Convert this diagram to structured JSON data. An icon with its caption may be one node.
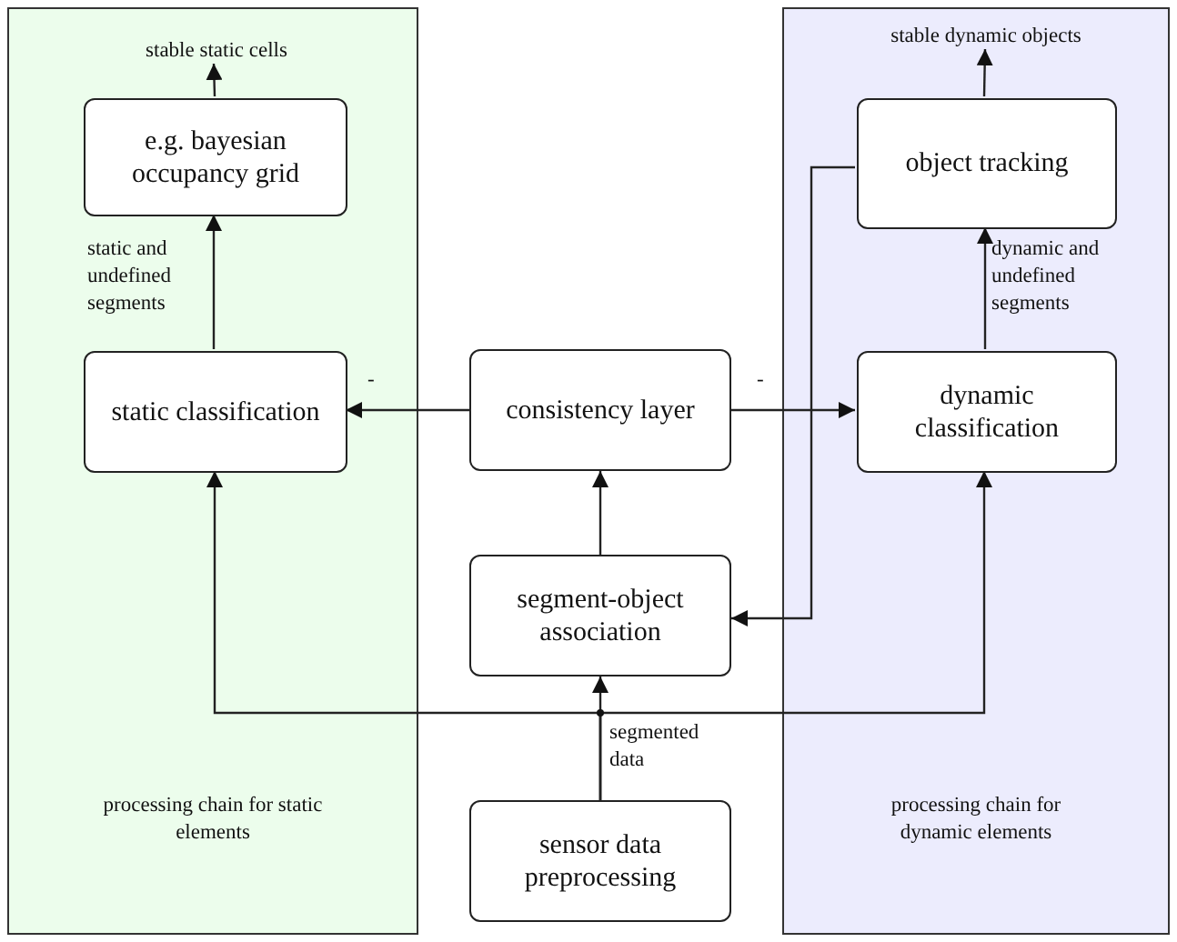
{
  "diagram": {
    "nodes": [
      {
        "text": [
          "processing chain for static elements"
        ]
      },
      {
        "text": [
          "e.g. bayesian occupancy grid"
        ],
        "in": 0
      },
      {
        "text": [
          "static classification"
        ],
        "in": 0
      },
      {
        "text": [
          "processing chain for dynamic elements"
        ]
      },
      {
        "text": [
          "object tracking"
        ],
        "in": 3
      },
      {
        "text": [
          "dynamic classification"
        ],
        "in": 3
      },
      {
        "text": [
          "consistency layer"
        ]
      },
      {
        "text": [
          "segment-object association"
        ]
      },
      {
        "text": [
          "sensor data preprocessing"
        ]
      },
      {
        "text": [
          "stable static cells"
        ],
        "in": 0
      },
      {
        "text": [
          "stable dynamic objects"
        ],
        "in": 3
      }
    ],
    "edges": [
      {
        "from": 1,
        "to": 9,
        "arrow": "to"
      },
      {
        "from": 2,
        "to": 1,
        "arrow": "to",
        "label": "static and undefined segments"
      },
      {
        "from": 6,
        "to": 2,
        "arrow": "to",
        "label": "-"
      },
      {
        "from": 6,
        "to": 5,
        "arrow": "to",
        "label": "-"
      },
      {
        "from": 7,
        "to": 6,
        "arrow": "to"
      },
      {
        "from": 4,
        "to": 7,
        "arrow": "to"
      },
      {
        "from": 8,
        "to": 7,
        "arrow": "to",
        "label": "segmented data"
      },
      {
        "from": 8,
        "to": 2,
        "arrow": "to"
      },
      {
        "from": 8,
        "to": 5,
        "arrow": "to"
      },
      {
        "from": 5,
        "to": 4,
        "arrow": "to",
        "label": "dynamic and undefined segments"
      },
      {
        "from": 4,
        "to": 10,
        "arrow": "to"
      }
    ]
  }
}
